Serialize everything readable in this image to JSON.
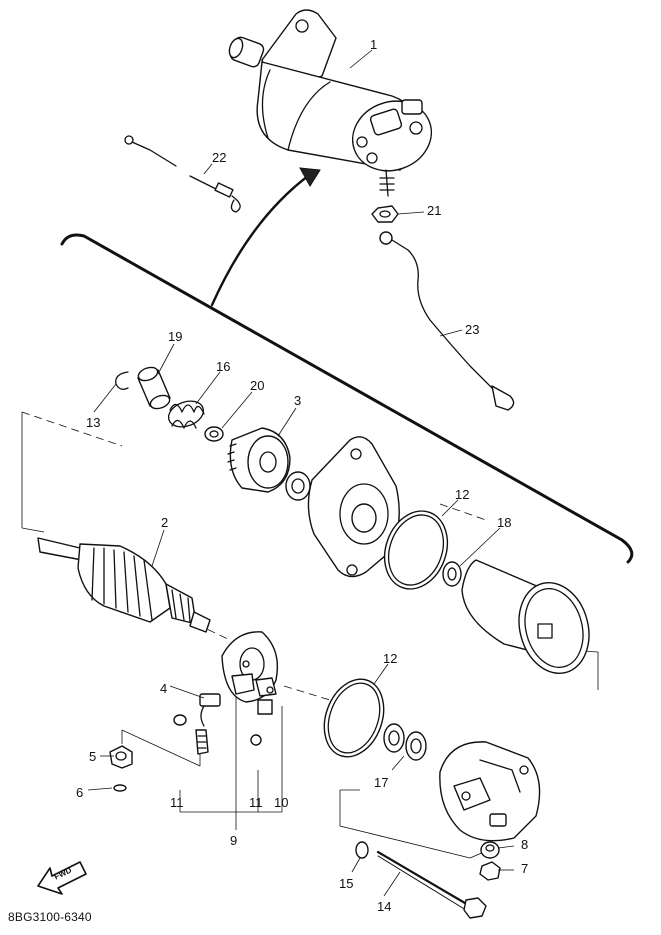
{
  "callouts": [
    {
      "id": "1",
      "label": "1"
    },
    {
      "id": "2",
      "label": "2"
    },
    {
      "id": "3",
      "label": "3"
    },
    {
      "id": "4",
      "label": "4"
    },
    {
      "id": "5",
      "label": "5"
    },
    {
      "id": "6",
      "label": "6"
    },
    {
      "id": "7",
      "label": "7"
    },
    {
      "id": "8",
      "label": "8"
    },
    {
      "id": "9",
      "label": "9"
    },
    {
      "id": "10",
      "label": "10"
    },
    {
      "id": "11a",
      "label": "11"
    },
    {
      "id": "11b",
      "label": "11"
    },
    {
      "id": "12a",
      "label": "12"
    },
    {
      "id": "12b",
      "label": "12"
    },
    {
      "id": "13",
      "label": "13"
    },
    {
      "id": "14",
      "label": "14"
    },
    {
      "id": "15",
      "label": "15"
    },
    {
      "id": "16",
      "label": "16"
    },
    {
      "id": "17",
      "label": "17"
    },
    {
      "id": "18",
      "label": "18"
    },
    {
      "id": "19",
      "label": "19"
    },
    {
      "id": "20",
      "label": "20"
    },
    {
      "id": "21",
      "label": "21"
    },
    {
      "id": "22",
      "label": "22"
    },
    {
      "id": "23",
      "label": "23"
    }
  ],
  "fwd_label": "FWD",
  "diagram_code": "8BG3100-6340"
}
